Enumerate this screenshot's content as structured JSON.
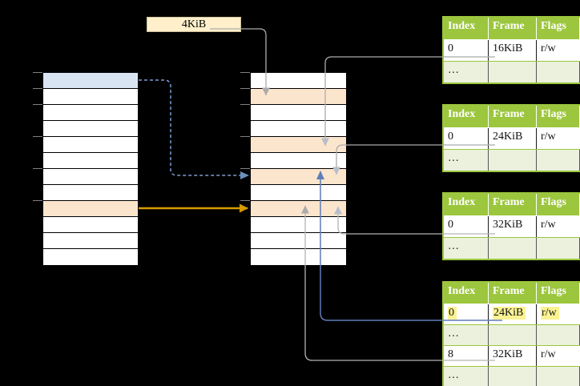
{
  "page_size_label": "4KiB",
  "colors": {
    "green": "#9CC63D",
    "green-light": "#EBF1DD",
    "orange-fill": "#FCE5CD",
    "blue-fill": "#DAE5F4",
    "cream-fill": "#FFF0CB",
    "highlight-yellow": "#FBF293",
    "arrow-gold": "#D79B00",
    "arrow-blue": "#5F7DB8",
    "arrow-dashed-blue": "#7C9CD0",
    "arrow-gray": "#ABABAB",
    "arrow-steel": "#B7BECB"
  },
  "frame_tables": [
    {
      "headers": [
        "Index",
        "Frame",
        "Flags"
      ],
      "rows": [
        {
          "index": "0",
          "frame": "16KiB",
          "flags": "r/w"
        },
        {
          "index": "…",
          "frame": "",
          "flags": ""
        }
      ]
    },
    {
      "headers": [
        "Index",
        "Frame",
        "Flags"
      ],
      "rows": [
        {
          "index": "0",
          "frame": "24KiB",
          "flags": "r/w"
        },
        {
          "index": "…",
          "frame": "",
          "flags": ""
        }
      ]
    },
    {
      "headers": [
        "Index",
        "Frame",
        "Flags"
      ],
      "rows": [
        {
          "index": "0",
          "frame": "32KiB",
          "flags": "r/w"
        },
        {
          "index": "…",
          "frame": "",
          "flags": ""
        }
      ]
    },
    {
      "headers": [
        "Index",
        "Frame",
        "Flags"
      ],
      "rows": [
        {
          "index": "0",
          "frame": "24KiB",
          "flags": "r/w",
          "highlighted": true
        },
        {
          "index": "…",
          "frame": "",
          "flags": ""
        },
        {
          "index": "8",
          "frame": "32KiB",
          "flags": "r/w"
        },
        {
          "index": "…",
          "frame": "",
          "flags": ""
        }
      ]
    }
  ]
}
